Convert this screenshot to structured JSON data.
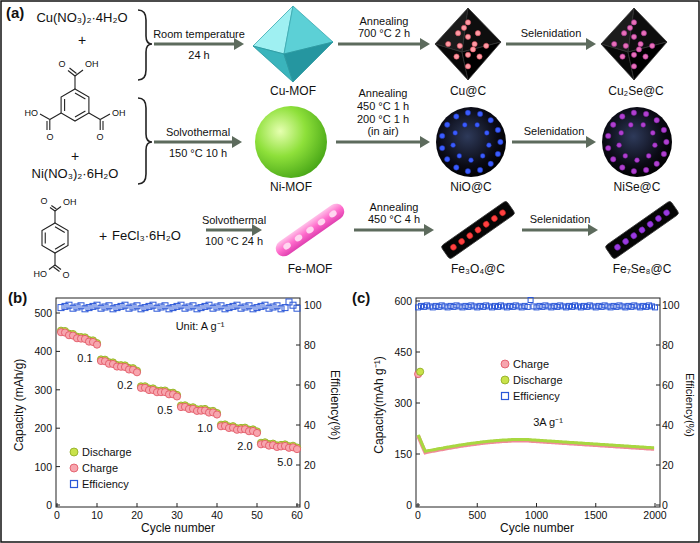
{
  "diagram": {
    "nodes": [
      {
        "text": [
          "Cu-MOF"
        ]
      },
      {
        "text": [
          "Cu@C"
        ]
      },
      {
        "text": [
          "Cu₂Se@C"
        ]
      },
      {
        "text": [
          "Ni-MOF"
        ]
      },
      {
        "text": [
          "NiO@C"
        ]
      },
      {
        "text": [
          "NiSe@C"
        ]
      },
      {
        "text": [
          "Fe-MOF"
        ]
      },
      {
        "text": [
          "Fe₃O₄@C"
        ]
      },
      {
        "text": [
          "Fe₇Se₈@C"
        ]
      }
    ],
    "edges": [
      {
        "from": 0,
        "to": 1,
        "arrow": "to",
        "label": "Annealing 700 °C 2 h"
      },
      {
        "from": 1,
        "to": 2,
        "arrow": "to",
        "label": "Selenidation"
      },
      {
        "from": 3,
        "to": 4,
        "arrow": "to",
        "label": "Annealing 450 °C 1 h 200 °C 1 h (in air)"
      },
      {
        "from": 4,
        "to": 5,
        "arrow": "to",
        "label": "Selenidation"
      },
      {
        "from": 6,
        "to": 7,
        "arrow": "to",
        "label": "Annealing 450 °C 4 h"
      },
      {
        "from": 7,
        "to": 8,
        "arrow": "to",
        "label": "Selenidation"
      }
    ],
    "labels": [
      "(a)",
      "Cu(NO₃)₂·4H₂O",
      "+",
      "+",
      "Ni(NO₃)₂·6H₂O",
      "Room temperature",
      "24 h",
      "Solvothermal",
      "150 °C 10 h",
      "+",
      "FeCl₃·6H₂O",
      "Solvothermal",
      "100 °C 24 h",
      "(b)",
      "Capacity (mAh/g)",
      "Efficiency(%)",
      "Cycle number",
      "Unit: A g⁻¹",
      "0.1",
      "0.2",
      "0.5",
      "1.0",
      "2.0",
      "5.0",
      "0",
      "100",
      "200",
      "300",
      "400",
      "500",
      "0",
      "10",
      "20",
      "30",
      "40",
      "50",
      "60",
      "0",
      "20",
      "40",
      "60",
      "80",
      "100",
      "(c)",
      "Capacity(mAh g⁻¹)",
      "Efficiency(%)",
      "Cycle number",
      "3A g⁻¹",
      "0",
      "150",
      "300",
      "450",
      "600",
      "0",
      "500",
      "1000",
      "1500",
      "2000",
      "0",
      "20",
      "40",
      "60",
      "80",
      "100",
      "O",
      "OH",
      "HO",
      "O",
      "O",
      "OH",
      "O",
      "OH",
      "O",
      "HO"
    ],
    "legend": [
      {
        "text": "Discharge"
      },
      {
        "text": "Charge"
      },
      {
        "text": "Efficiency"
      },
      {
        "text": "Charge"
      },
      {
        "text": "Discharge"
      },
      {
        "text": "Efficiency"
      }
    ]
  }
}
